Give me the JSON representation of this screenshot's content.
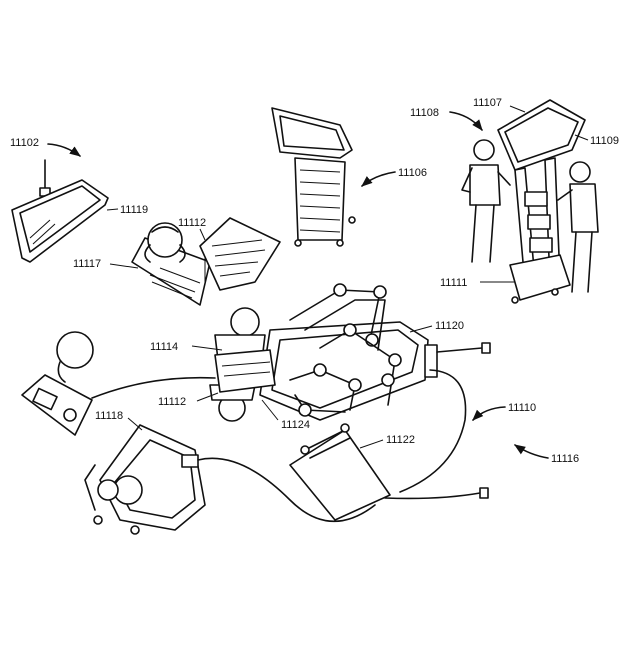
{
  "figure": {
    "labels": {
      "l11102": "11102",
      "l11119": "11119",
      "l11117": "11117",
      "l11112_top": "11112",
      "l11106": "11106",
      "l11108": "11108",
      "l11107": "11107",
      "l11109": "11109",
      "l11111": "11111",
      "l11120": "11120",
      "l11114": "11114",
      "l11112_mid": "11112",
      "l11124": "11124",
      "l11118": "11118",
      "l11110": "11110",
      "l11122": "11122",
      "l11116": "11116"
    }
  },
  "colors": {
    "line": "#111111",
    "background": "#ffffff"
  }
}
